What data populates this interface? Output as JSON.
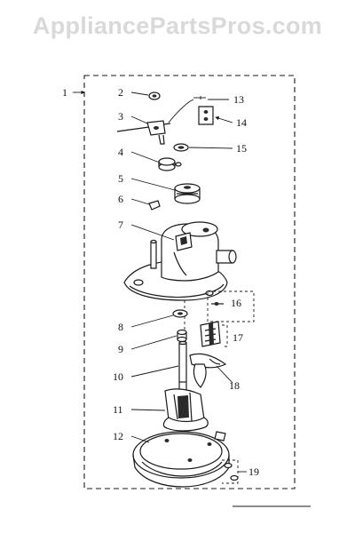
{
  "watermark": "AppliancePartsPros.com",
  "assembly_label": "1",
  "callouts": {
    "c2": "2",
    "c3": "3",
    "c4": "4",
    "c5": "5",
    "c6": "6",
    "c7": "7",
    "c8": "8",
    "c9": "9",
    "c10": "10",
    "c11": "11",
    "c12": "12",
    "c13": "13",
    "c14": "14",
    "c15": "15",
    "c16": "16",
    "c17": "17",
    "c18": "18",
    "c19": "19"
  }
}
